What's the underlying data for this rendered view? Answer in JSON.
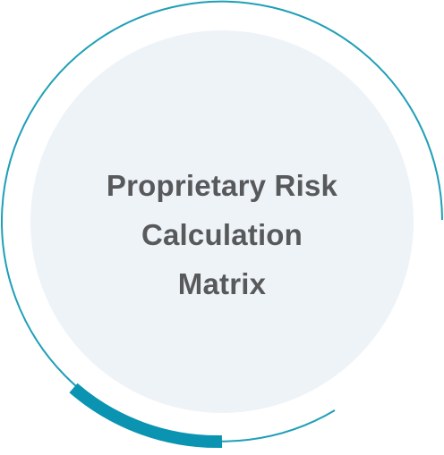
{
  "label": {
    "lines": [
      "Proprietary Risk",
      "Calculation",
      "Matrix"
    ]
  },
  "colors": {
    "accent": "#0b94b1",
    "ring_line": "#1f9fb7",
    "disc_fill": "#eef3f8",
    "text": "#58595b"
  }
}
